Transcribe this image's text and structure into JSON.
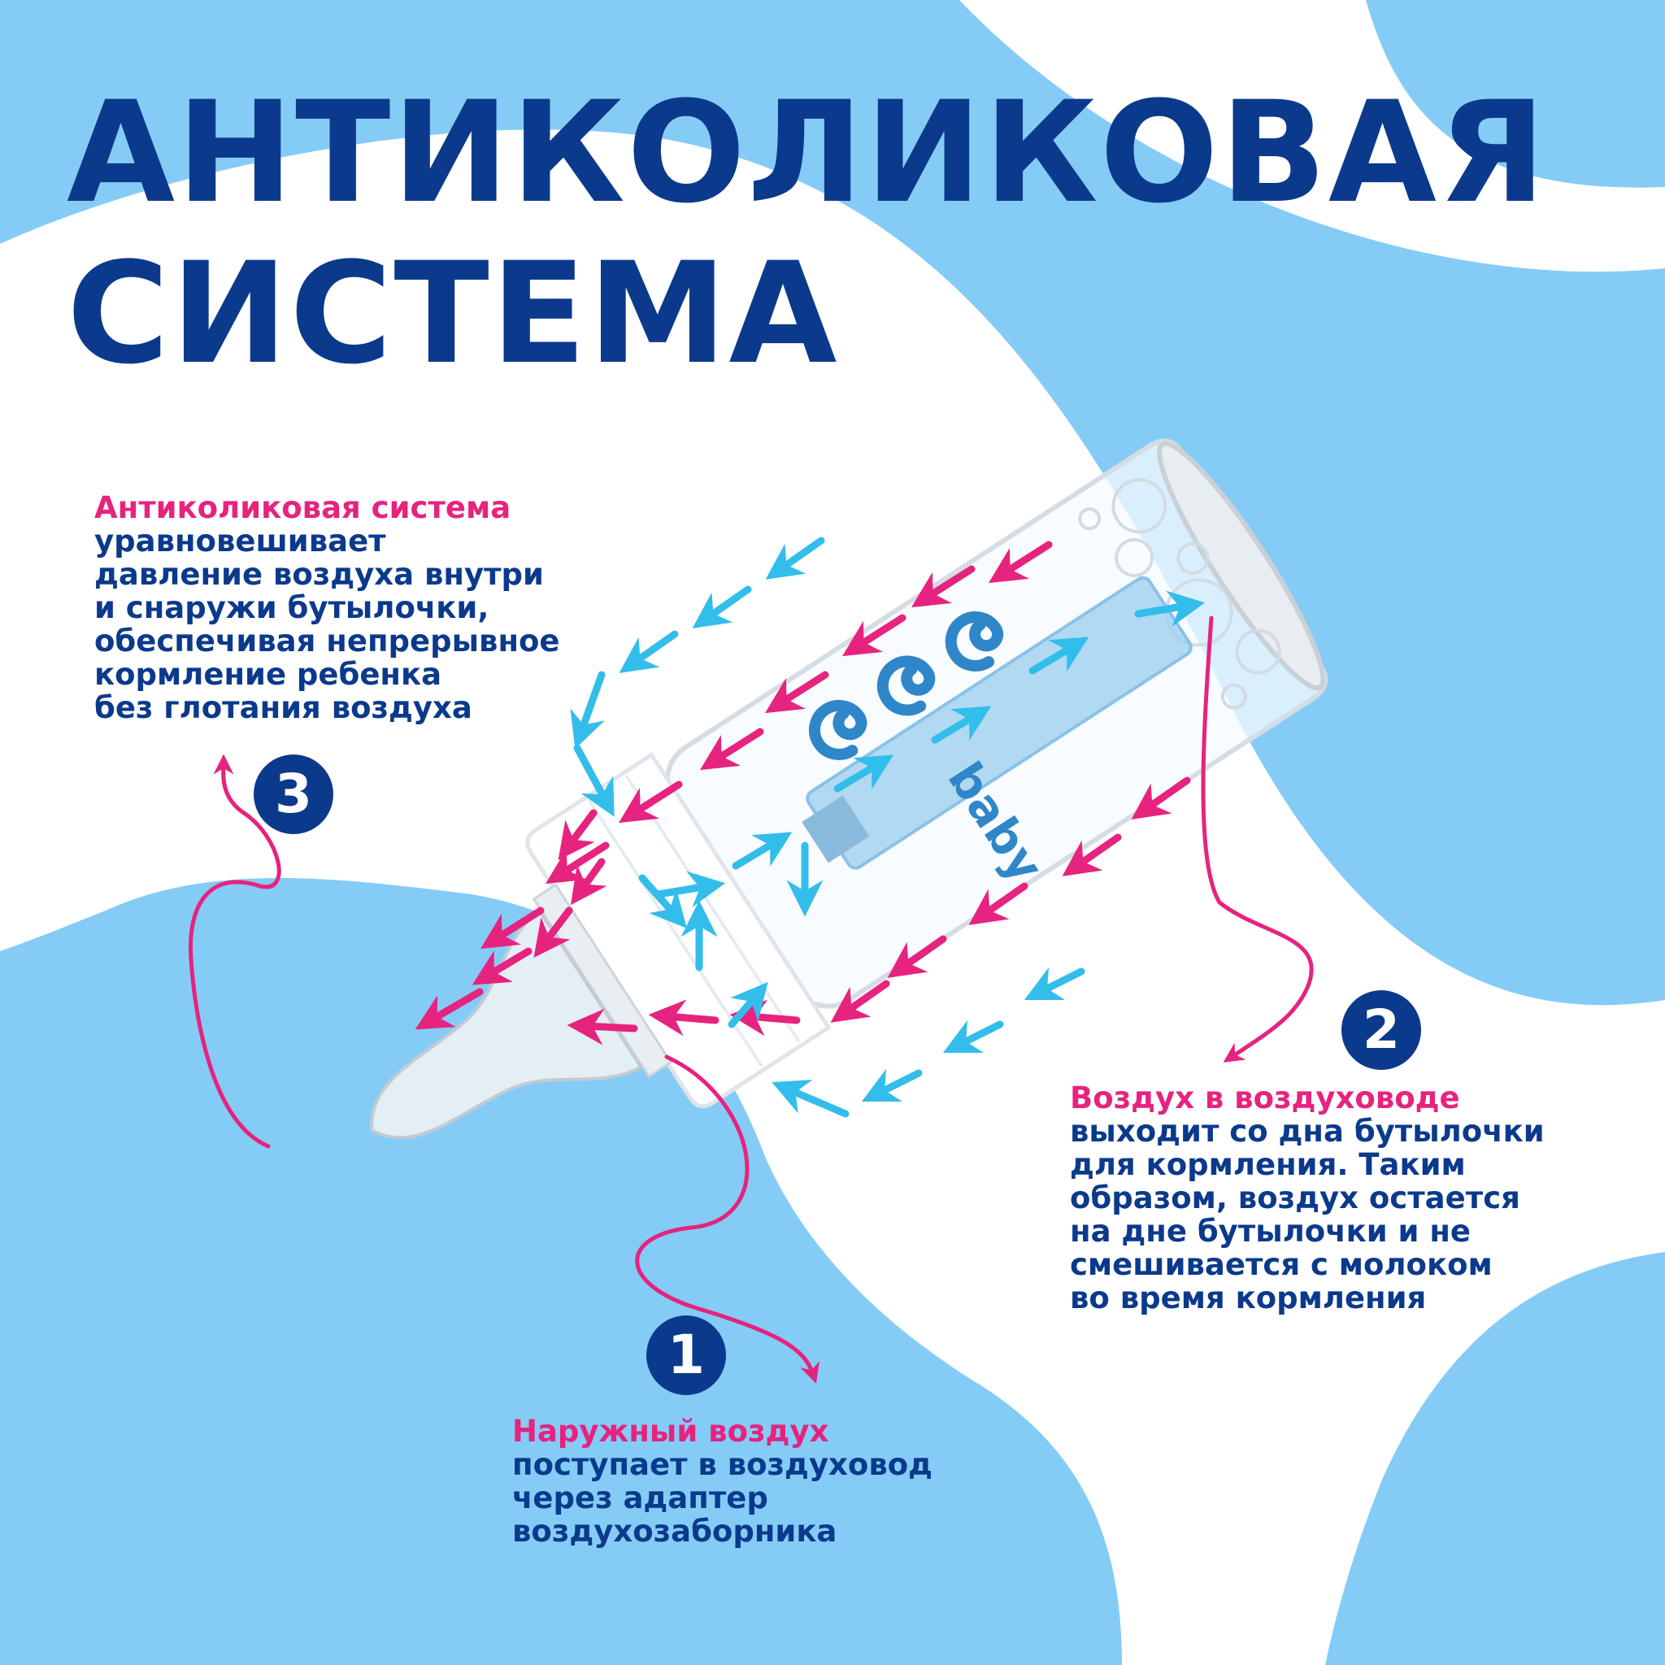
{
  "headline": {
    "line1": "АНТИКОЛИКОВАЯ",
    "line2": "СИСТЕМА"
  },
  "brand": {
    "logo_text": "baby"
  },
  "colors": {
    "background_blue": "#84ccf6",
    "navy": "#0b3a8c",
    "magenta": "#e6237e",
    "cyan": "#33bdeb",
    "white": "#ffffff"
  },
  "steps": [
    {
      "number": "1",
      "title": "Наружный воздух",
      "lines": [
        "поступает в воздуховод",
        "через адаптер",
        "воздухозаборника"
      ]
    },
    {
      "number": "2",
      "title": "Воздух в воздуховоде",
      "lines": [
        "выходит со дна бутылочки",
        "для кормления. Таким",
        "образом, воздух остается",
        "на дне бутылочки и не",
        "смешивается с молоком",
        "во время кормления"
      ]
    },
    {
      "number": "3",
      "title": "Антиколиковая система",
      "lines": [
        "уравновешивает",
        "давление воздуха внутри",
        "и снаружи бутылочки,",
        "обеспечивая непрерывное",
        "кормление ребенка",
        "без глотания воздуха"
      ]
    }
  ]
}
